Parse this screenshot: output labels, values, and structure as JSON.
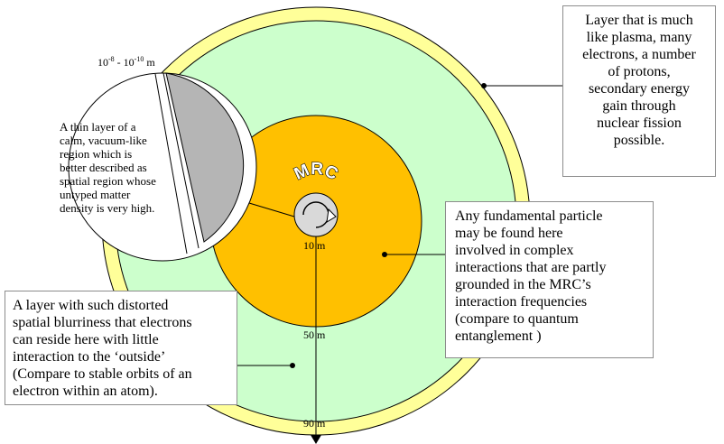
{
  "labels": {
    "scale_exp_a": "-8",
    "scale_exp_b": "-10",
    "scale_base_a": "10",
    "scale_base_b": "10",
    "scale_unit": "m",
    "radius_10": "10 m",
    "radius_50": "50 m",
    "radius_90": "90 m",
    "core": "MRC"
  },
  "texts": {
    "plasma": "Layer that is much\nlike plasma, many\nelectrons, a number\nof protons,\nsecondary energy\ngain through\nnuclear fission\npossible.",
    "particle": "Any fundamental particle\nmay be found here\ninvolved in complex\ninteractions that are partly\ngrounded in the MRC’s\ninteraction frequencies\n(compare to quantum\nentanglement )",
    "blurry": "A layer with such distorted\nspatial blurriness that electrons\ncan reside here with little\ninteraction to the ‘outside’\n(Compare to stable orbits of an\nelectron within an atom).",
    "thin": "A thin layer of a\ncalm, vacuum-like\nregion which is\nbetter described as\nspatial region whose\nuntyped matter\ndensity is very high."
  },
  "colors": {
    "outer_ring": "#ffff99",
    "plasma_layer": "#ccffcc",
    "interaction_layer": "#ffc000",
    "outline": "#000000"
  }
}
